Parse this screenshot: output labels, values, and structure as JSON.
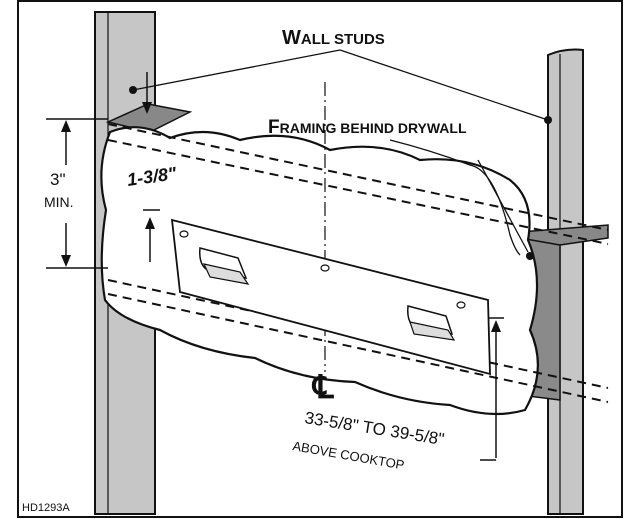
{
  "labels": {
    "wall_studs_cap": "W",
    "wall_studs_rest": "ALL STUDS",
    "framing_cap": "F",
    "framing_rest": "RAMING BEHIND DRYWALL",
    "min_value": "3\"",
    "min_word": "MIN.",
    "depth": "1-3/8\"",
    "centerline_symbol": "℄",
    "height_range": "33-5/8\" TO 39-5/8\"",
    "above_cooktop": "ABOVE COOKTOP",
    "figure_id": "HD1293A"
  },
  "colors": {
    "stud_fill": "#c6c6c6",
    "line": "#111111",
    "background": "#ffffff"
  }
}
